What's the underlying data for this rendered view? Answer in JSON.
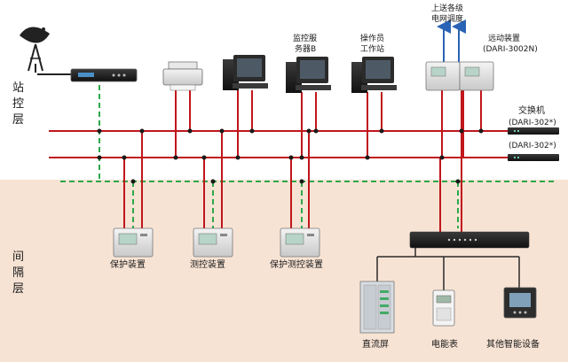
{
  "layers": {
    "station": [
      "站",
      "控",
      "层"
    ],
    "bay": [
      "间",
      "隔",
      "层"
    ]
  },
  "top_labels": {
    "monitor_server_1": "监控服",
    "monitor_server_2": "务器B",
    "operator_1": "操作员",
    "operator_2": "工作站",
    "dispatch_1": "上送各级",
    "dispatch_2": "电网调度",
    "remote_1": "远动装置",
    "remote_2": "(DARI-3002N)",
    "switch_title": "交换机",
    "switch_1": "(DARI-302*)",
    "switch_2": "(DARI-302*)"
  },
  "bottom_labels": {
    "protection": "保护装置",
    "measure_control": "测控装置",
    "prot_measure_control": "保护测控装置",
    "dc_panel": "直流屏",
    "energy_meter": "电能表",
    "other_smart": "其他智能设备"
  },
  "colors": {
    "bus": "#c0161c",
    "dashed": "#2ea84a",
    "arrow": "#2a63b5",
    "bay_bg": "#f7e3d4"
  }
}
